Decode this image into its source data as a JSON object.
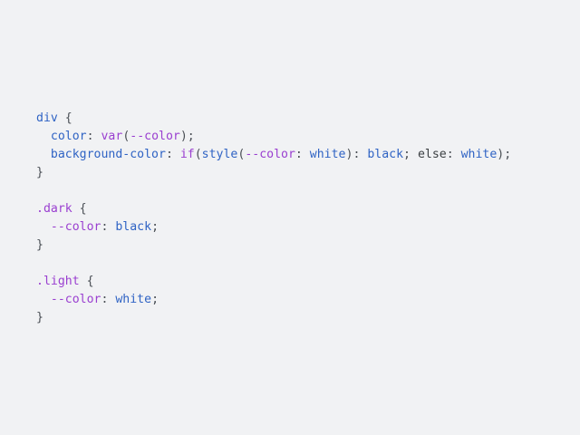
{
  "colors": {
    "background": "#f1f2f4",
    "selector": "#2f63c4",
    "property": "#2f63c4",
    "function": "#9a3fd0",
    "custom_property": "#9a3fd0",
    "value": "#2f63c4",
    "punctuation": "#4a4f55"
  },
  "code": {
    "language": "css",
    "rule1": {
      "selector": "div",
      "open": " {",
      "decl1": {
        "indent": "  ",
        "property": "color",
        "colon": ": ",
        "fn": "var",
        "paren_open": "(",
        "arg": "--color",
        "paren_close": ")",
        "semi": ";"
      },
      "decl2": {
        "indent": "  ",
        "property": "background-color",
        "colon": ": ",
        "fn_if": "if",
        "paren1": "(",
        "fn_style": "style",
        "paren2": "(",
        "arg": "--color",
        "colon2": ": ",
        "cond_value": "white",
        "paren3": ")",
        "colon3": ": ",
        "true_value": "black",
        "semi1": "; ",
        "else_kw": "else",
        "colon4": ": ",
        "else_value": "white",
        "paren4": ")",
        "semi2": ";"
      },
      "close": "}"
    },
    "rule2": {
      "selector": ".dark",
      "open": " {",
      "decl": {
        "indent": "  ",
        "property": "--color",
        "colon": ": ",
        "value": "black",
        "semi": ";"
      },
      "close": "}"
    },
    "rule3": {
      "selector": ".light",
      "open": " {",
      "decl": {
        "indent": "  ",
        "property": "--color",
        "colon": ": ",
        "value": "white",
        "semi": ";"
      },
      "close": "}"
    }
  }
}
